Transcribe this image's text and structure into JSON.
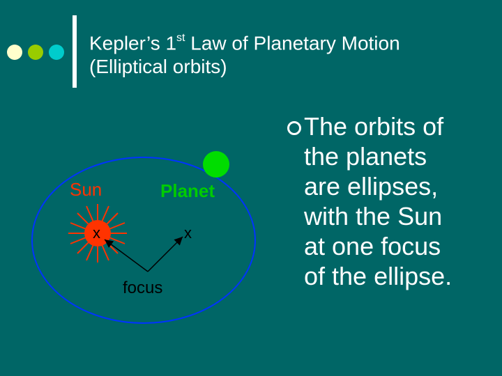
{
  "title": {
    "line1_prefix": "Kepler’s 1",
    "line1_sup": "st",
    "line1_suffix": " Law of Planetary Motion",
    "line2": "(Elliptical orbits)"
  },
  "bullet": {
    "lines": [
      "The orbits of",
      "the planets",
      "are ellipses,",
      "with the Sun",
      "at one focus",
      "of the ellipse."
    ]
  },
  "diagram": {
    "sun_label": "Sun",
    "planet_label": "Planet",
    "focus_label": "focus",
    "focus_mark_sun": "x",
    "focus_mark_other": "x"
  },
  "colors": {
    "background": "#006666",
    "dot1": "#ffffcc",
    "dot2": "#99cc00",
    "dot3": "#00cccc",
    "orbit": "#0033ff",
    "sun": "#ff3300",
    "planet": "#00dd00",
    "sun_label": "#ff3300",
    "planet_label": "#00cc00"
  }
}
